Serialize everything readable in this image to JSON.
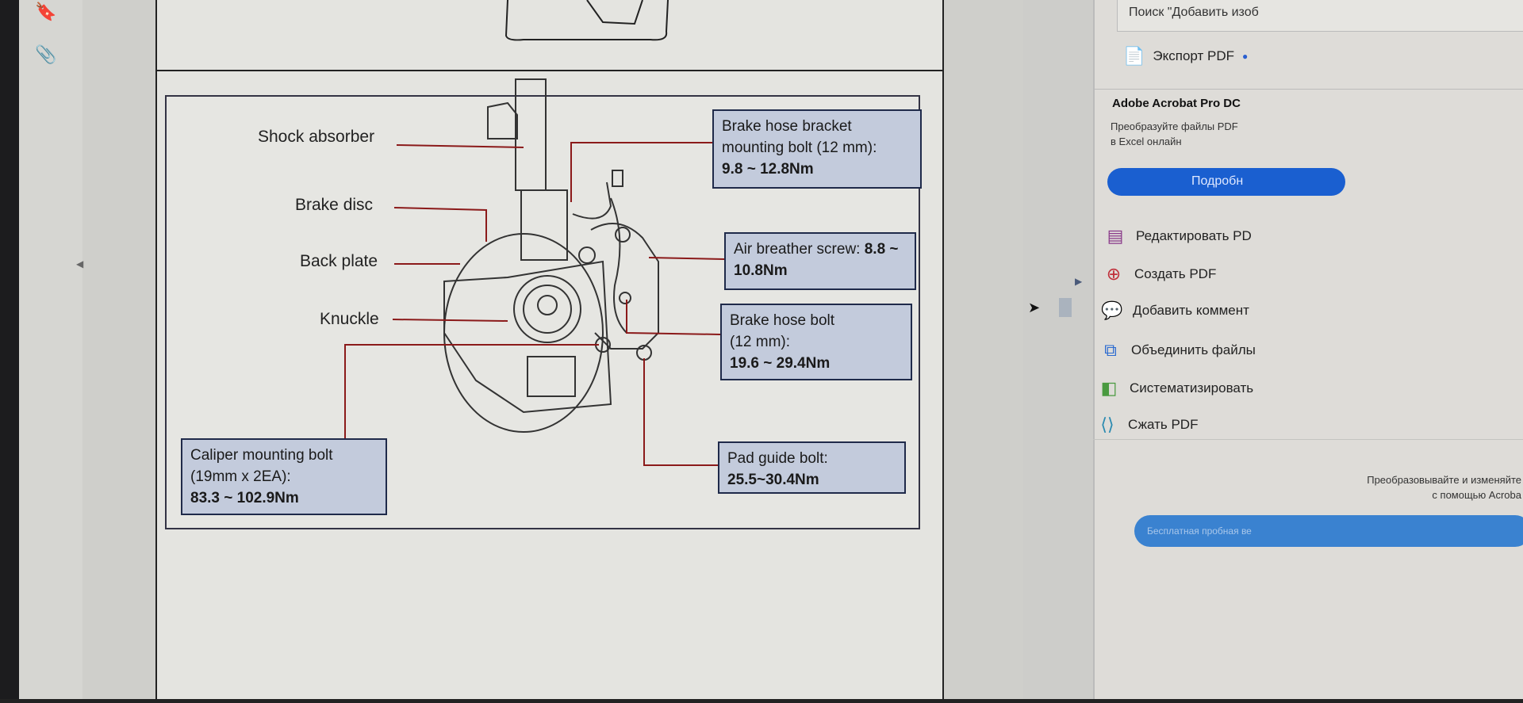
{
  "diagram": {
    "labels": {
      "shock": "Shock absorber",
      "disc": "Brake disc",
      "backplate": "Back plate",
      "knuckle": "Knuckle"
    },
    "callouts": [
      {
        "lines": [
          "Brake hose bracket",
          "mounting bolt (12 mm):"
        ],
        "value": "9.8 ~ 12.8Nm"
      },
      {
        "lines": [
          "Air breather screw: "
        ],
        "bold": "8.8 ~",
        "value": "10.8Nm"
      },
      {
        "lines": [
          "Brake hose bolt",
          "(12 mm):"
        ],
        "value": "19.6 ~ 29.4Nm"
      },
      {
        "lines": [
          "Caliper mounting bolt",
          "(19mm x 2EA):"
        ],
        "value": "83.3 ~ 102.9Nm"
      },
      {
        "lines": [
          "Pad guide bolt:"
        ],
        "value": "25.5~30.4Nm"
      }
    ]
  },
  "panel": {
    "search_placeholder": "Поиск \"Добавить изоб",
    "export": "Экспорт PDF",
    "product": "Adobe Acrobat Pro DC",
    "promo": "Преобразуйте файлы PDF в Excel онлайн",
    "more_button": "Подробн",
    "tools": [
      "Редактировать PD",
      "Создать PDF",
      "Добавить коммент",
      "Объединить файлы",
      "Систематизировать",
      "Сжать PDF"
    ],
    "footer": [
      "Преобразовывайте и изменяйте",
      "с помощью Acroba"
    ],
    "trial_button": "Бесплатная пробная ве"
  },
  "colors": {
    "accent": "#1a5fd0",
    "callout": "#c3cbdc",
    "leader": "#8b1a1a"
  }
}
